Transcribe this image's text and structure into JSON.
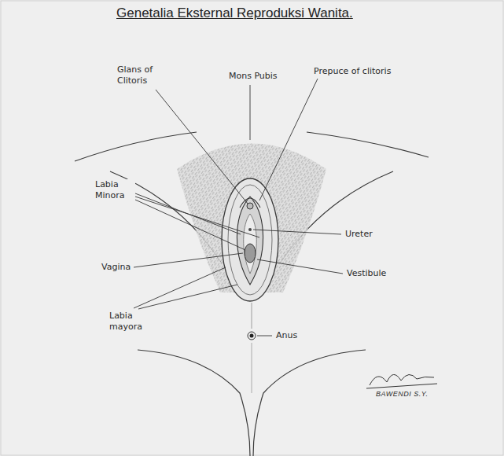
{
  "diagram": {
    "title": "Genetalia Eksternal Reproduksi Wanita.",
    "labels": [
      "Glans of Clitoris",
      "Mons Pubis",
      "Prepuce of clitoris",
      "Labia Minora",
      "Ureter",
      "Vagina",
      "Vestibule",
      "Labia mayora",
      "Anus",
      "BAWENDI S.Y."
    ]
  }
}
